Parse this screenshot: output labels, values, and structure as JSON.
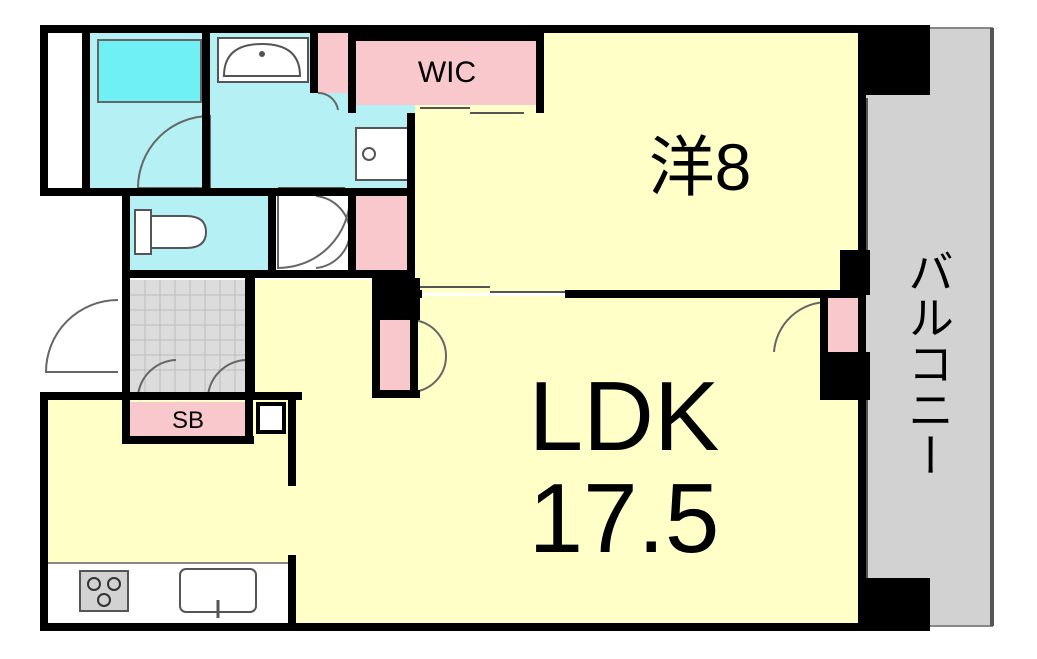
{
  "rooms": {
    "wic": "WIC",
    "western_room": "洋8",
    "ldk_name": "LDK",
    "ldk_size": "17.5",
    "storage_box": "SB",
    "balcony": "バルコニー"
  },
  "colors": {
    "wall": "#000000",
    "room_floor": "#ffffc8",
    "wet_area": "#b4f0f4",
    "closet": "#f8c8cc",
    "balcony": "#d2d2d2",
    "tub_water": "#6ef0f4",
    "entrance_tile": "#dcdcdc"
  }
}
